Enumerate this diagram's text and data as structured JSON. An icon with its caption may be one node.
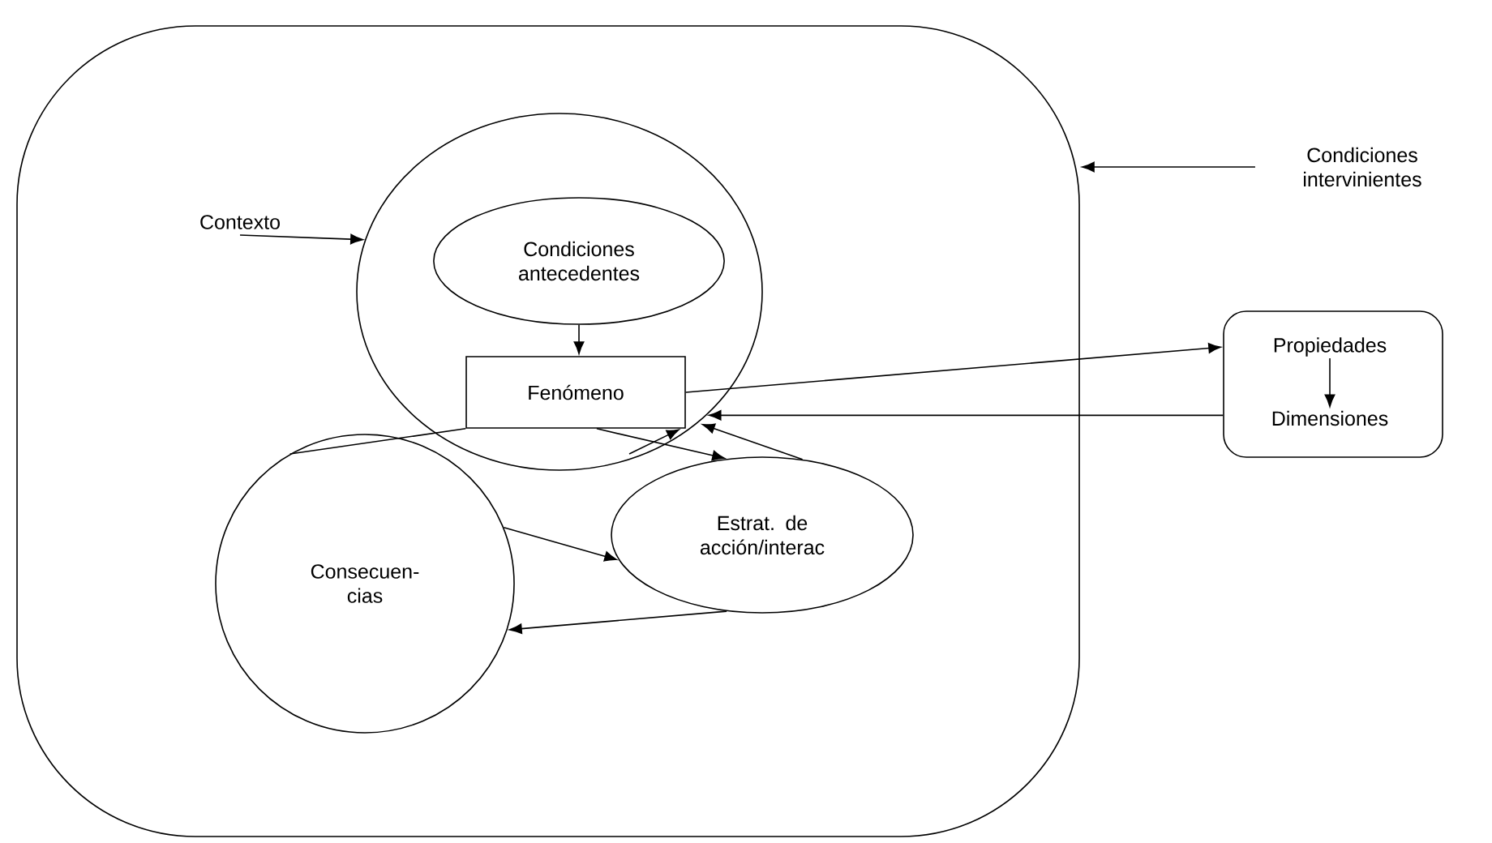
{
  "diagram": {
    "nodes": [
      {
        "text": [],
        "shape": "box"
      },
      {
        "text": [
          "Condiciones intervinientes"
        ]
      },
      {
        "text": [
          "Contexto"
        ],
        "in": 0
      },
      {
        "text": [],
        "shape": "ellipse",
        "in": 0
      },
      {
        "text": [
          "Condiciones antecedentes"
        ],
        "in": 3
      },
      {
        "text": [
          "Fenómeno"
        ],
        "in": 3
      },
      {
        "text": [
          "Consecuen- cias"
        ],
        "in": 0
      },
      {
        "text": [
          "Estrat. de acción/interac"
        ],
        "in": 0
      },
      {
        "text": [],
        "shape": "box"
      },
      {
        "text": [
          "Propiedades"
        ],
        "in": 8
      },
      {
        "text": [
          "Dimensiones"
        ],
        "in": 8
      }
    ],
    "edges": [
      {
        "from": 1,
        "to": 0,
        "arrow": "to"
      },
      {
        "from": 2,
        "to": 3,
        "arrow": "to"
      },
      {
        "from": 4,
        "to": 5,
        "arrow": "to"
      },
      {
        "from": 5,
        "to": 8,
        "arrow": "to"
      },
      {
        "from": 8,
        "to": 3,
        "arrow": "to"
      },
      {
        "from": 9,
        "to": 10,
        "arrow": "to"
      },
      {
        "from": 5,
        "to": 7,
        "arrow": "to"
      },
      {
        "from": 7,
        "to": 5,
        "arrow": "to"
      },
      {
        "from": null,
        "to": 5,
        "arrow": "to"
      },
      {
        "from": 5,
        "to": 6,
        "arrow": "none"
      },
      {
        "from": 6,
        "to": 7,
        "arrow": "to"
      },
      {
        "from": 7,
        "to": 6,
        "arrow": "to"
      }
    ]
  }
}
